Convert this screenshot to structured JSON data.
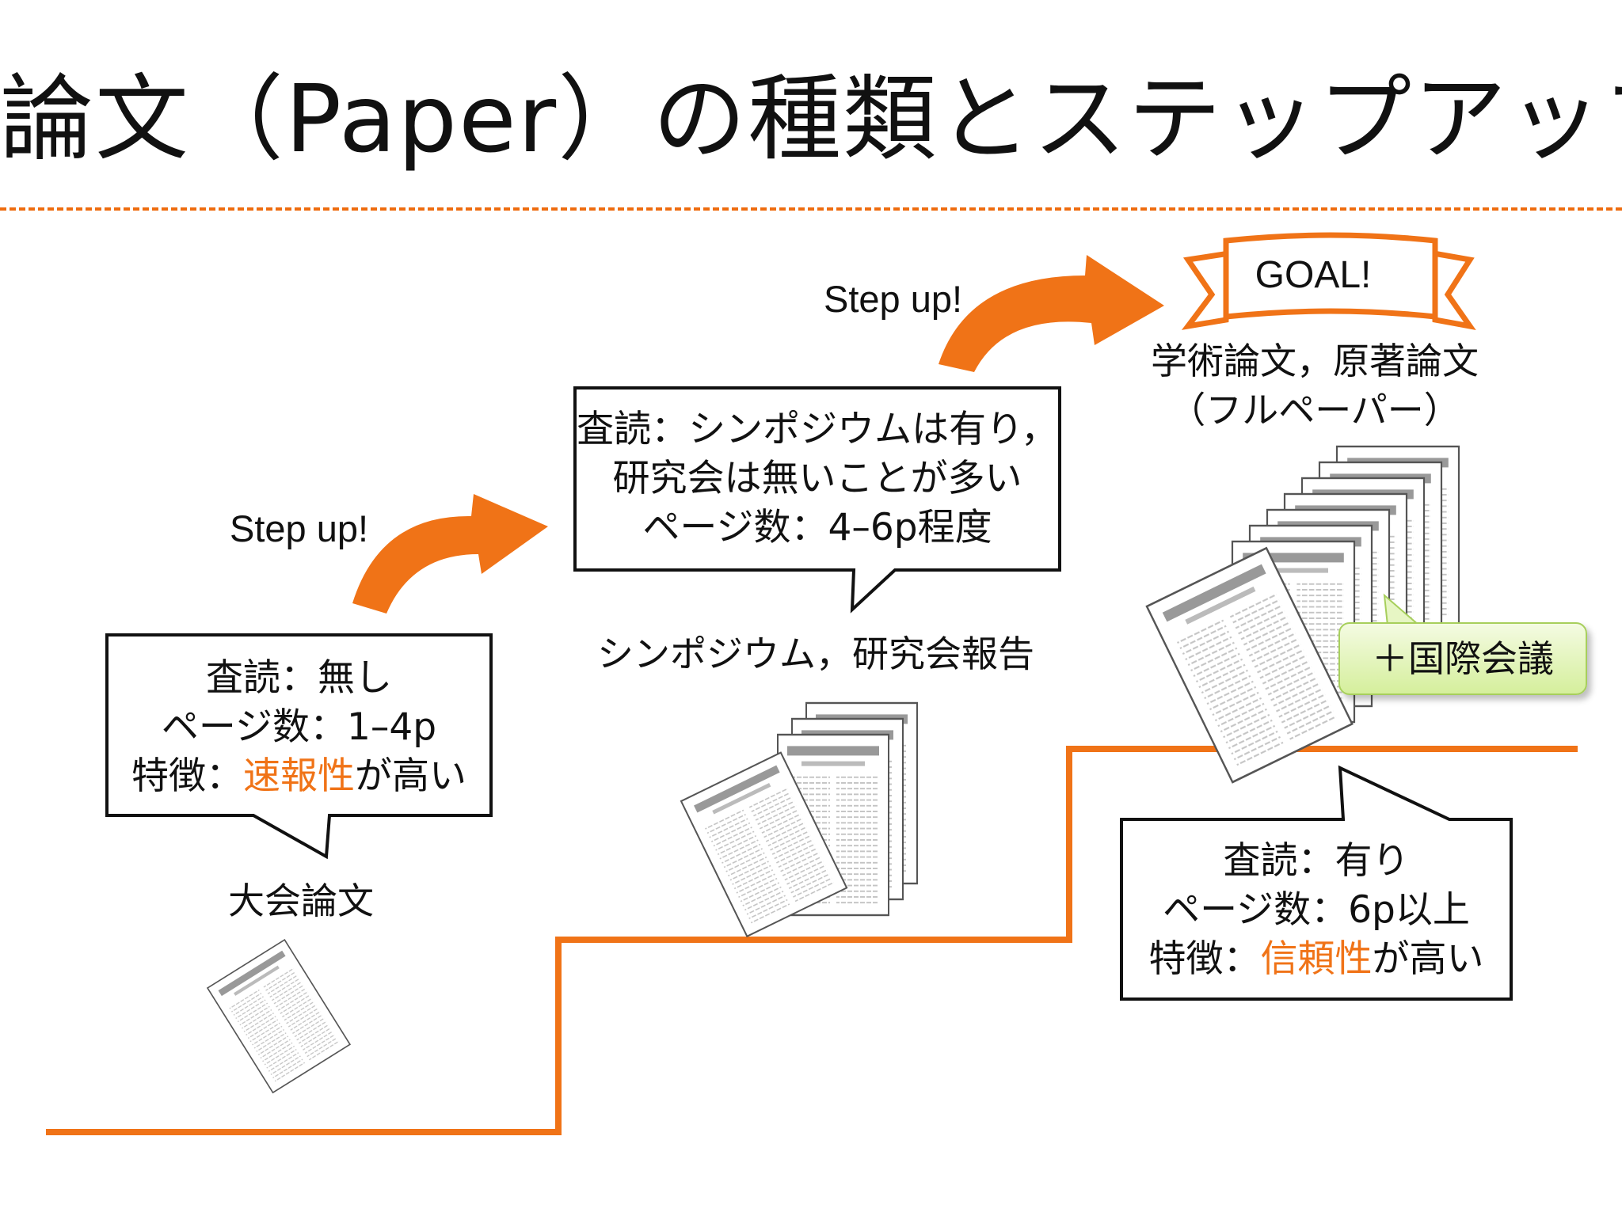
{
  "title": "論文（Paper）の種類とステップアップ",
  "colors": {
    "accent": "#f07317",
    "badge_fill": "#d5ef9c"
  },
  "step_up_label": "Step up!",
  "stage1": {
    "name": "大会論文",
    "review": "査読：無し",
    "pages": "ページ数：1–4p",
    "feature_prefix": "特徴：",
    "feature_highlight": "速報性",
    "feature_suffix": "が高い"
  },
  "stage2": {
    "name": "シンポジウム，研究会報告",
    "review": "査読：シンポジウムは有り，",
    "review_cont": "研究会は無いことが多い",
    "pages": "ページ数：4–6p程度"
  },
  "stage3": {
    "goal": "GOAL!",
    "name": "学術論文，原著論文",
    "name_sub": "（フルペーパー）",
    "badge": "＋国際会議",
    "review": "査読：有り",
    "pages": "ページ数：6p以上",
    "feature_prefix": "特徴：",
    "feature_highlight": "信頼性",
    "feature_suffix": "が高い"
  }
}
